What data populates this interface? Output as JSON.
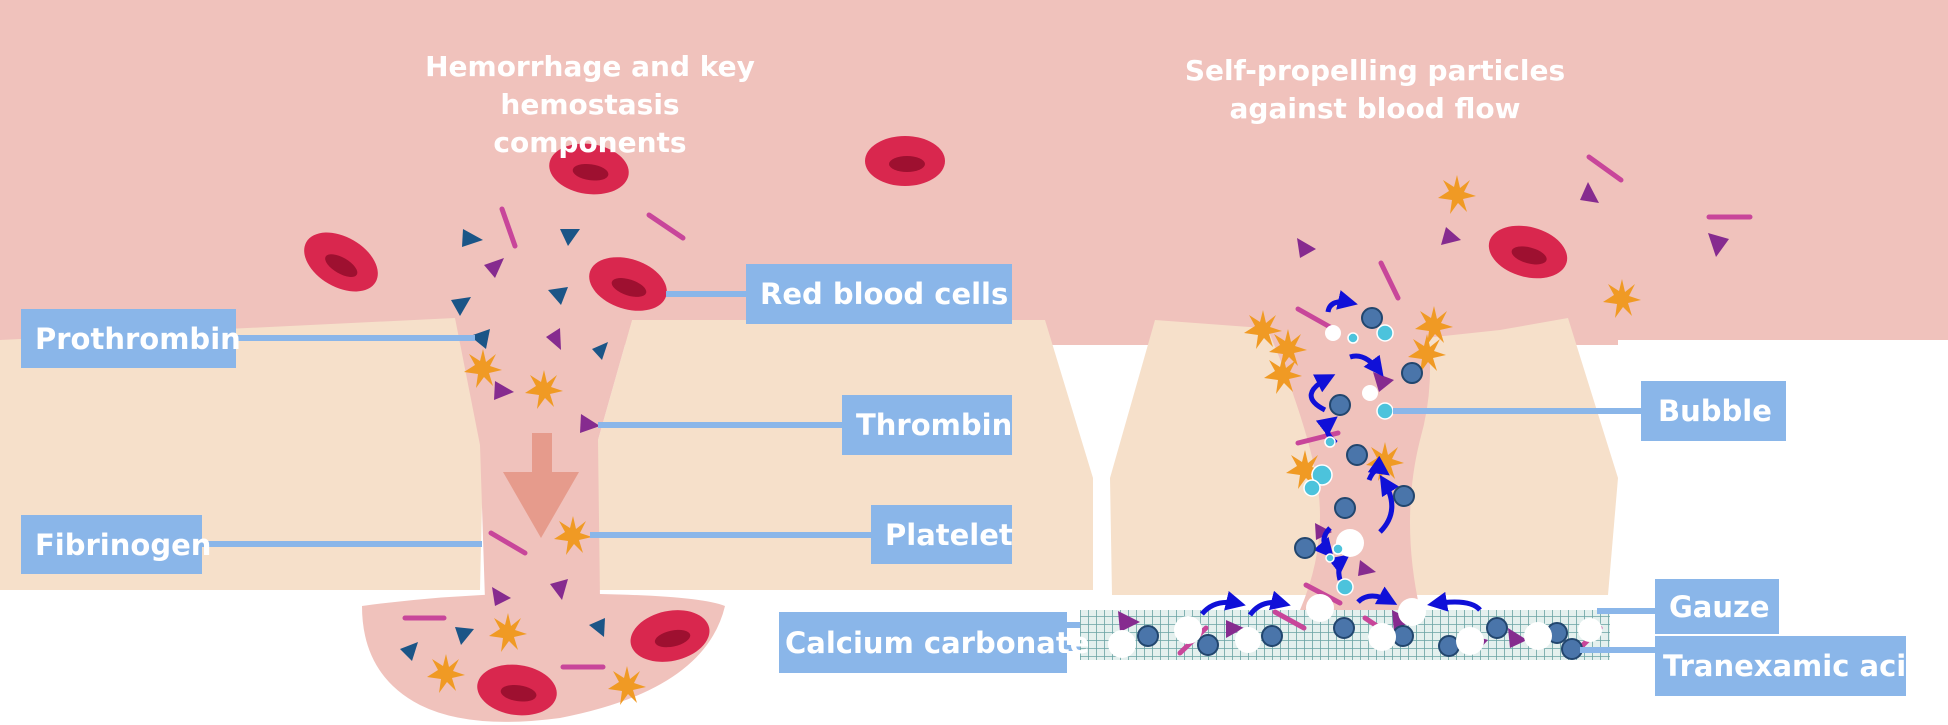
{
  "titles": {
    "left": [
      "Hemorrhage and key",
      "hemostasis components"
    ],
    "right": [
      "Self-propelling particles",
      "against blood flow"
    ]
  },
  "labels": {
    "red_blood_cells": "Red blood cells",
    "prothrombin": "Prothrombin",
    "thrombin": "Thrombin",
    "fibrinogen": "Fibrinogen",
    "platelet": "Platelet",
    "calcium_carbonate": "Calcium carbonate",
    "bubble": "Bubble",
    "gauze": "Gauze",
    "tranexamic_acid": "Tranexamic acid"
  },
  "colors": {
    "blood": "#f0c2bc",
    "tissue": "#f6e0ca",
    "label_bg": "#8ab6e9",
    "red_cell": "#d9274e",
    "prothrombin": "#1b5587",
    "thrombin": "#862b8f",
    "fibrinogen": "#c8469a",
    "platelet": "#f09a24",
    "particle": "#4a75aa",
    "bubble": "#4cc3dc",
    "arrow": "#1010d8",
    "flow_arrow": "#e69b8c"
  }
}
